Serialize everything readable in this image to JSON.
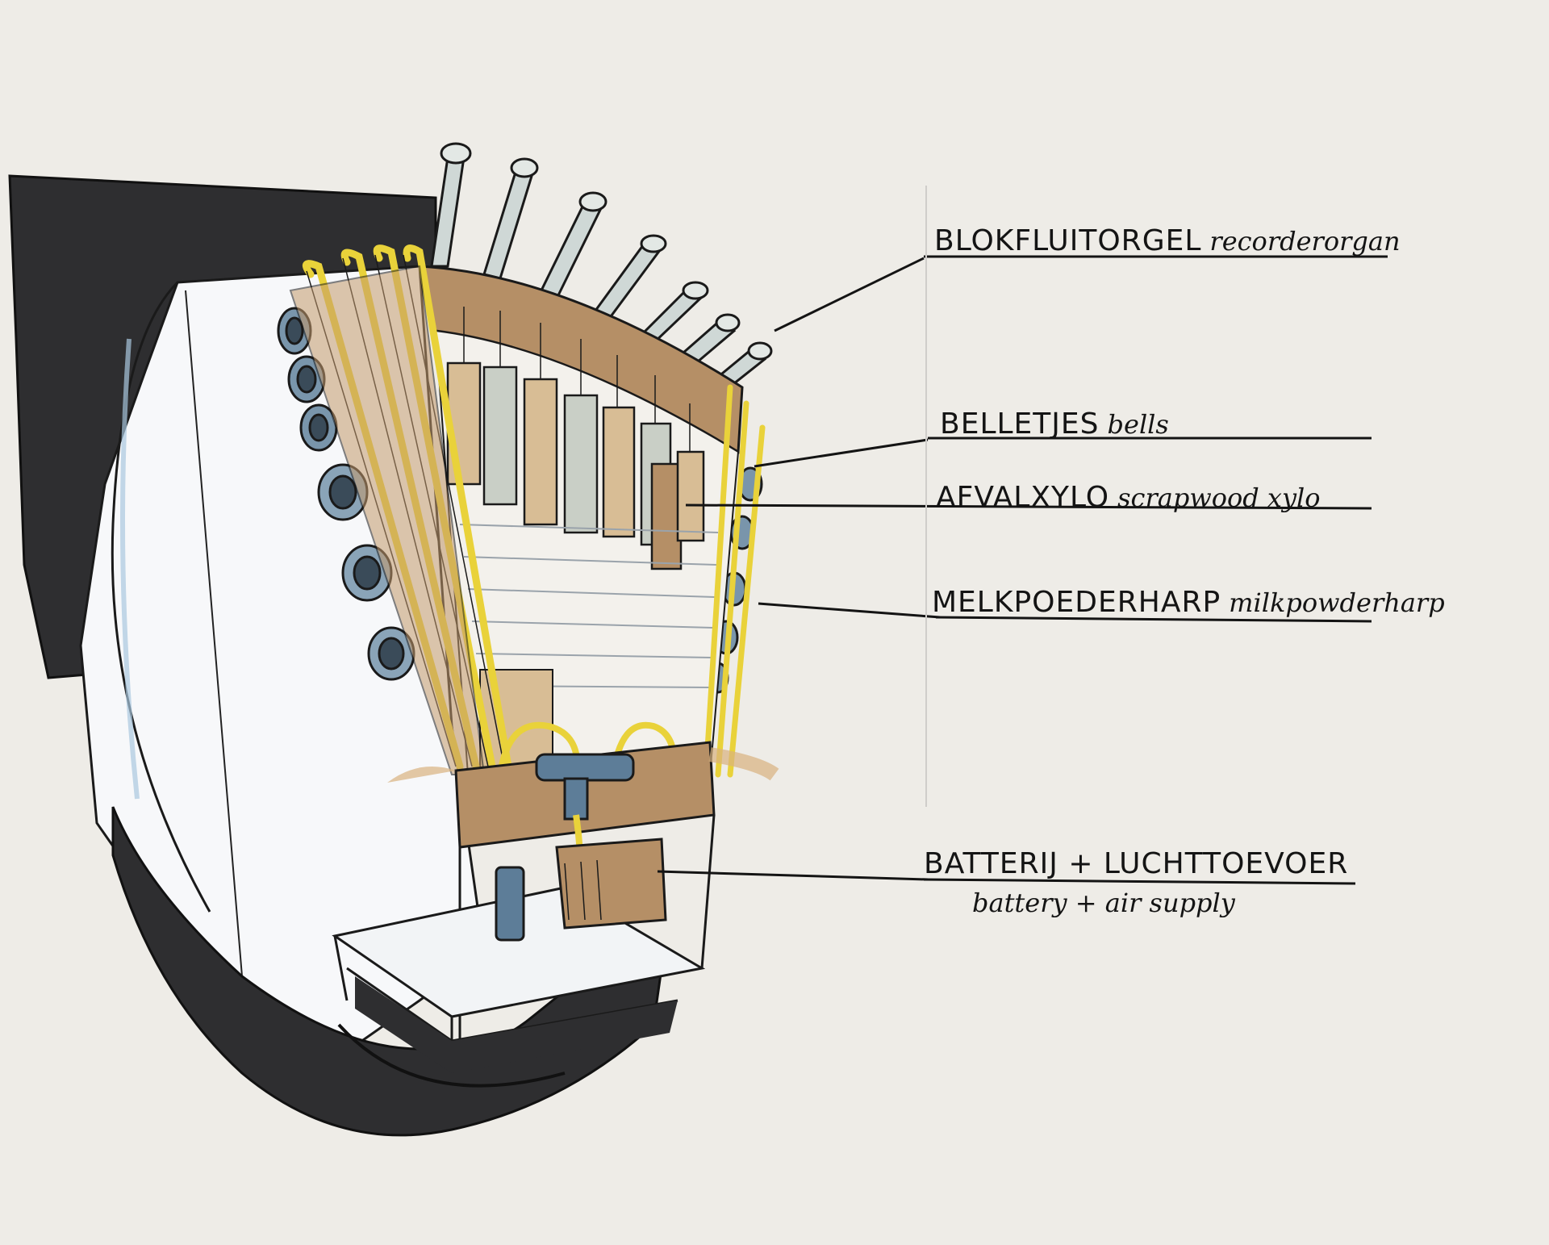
{
  "labels": [
    {
      "id": "recorder-organ",
      "nl": "BLOKFLUITORGEL",
      "en": "recorderorgan"
    },
    {
      "id": "bells",
      "nl": "BELLETJES",
      "en": "bells"
    },
    {
      "id": "scrapwood-xylo",
      "nl": "AFVALXYLO",
      "en": "scrapwood xylo"
    },
    {
      "id": "milkpowder-harp",
      "nl": "MELKPOEDERHARP",
      "en": "milkpowderharp"
    },
    {
      "id": "battery-air",
      "nl": "BATTERIJ + LUCHTTOEVOER",
      "en": "battery + air supply"
    }
  ],
  "colors": {
    "paper": "#eeece7",
    "ink": "#141414",
    "dark_marker": "#2e2e30",
    "wood": "#b58f66",
    "wood_light": "#d8bd95",
    "yellow_tube": "#e9d23a",
    "blue_pipe": "#5d7d98",
    "white_body": "#f7f8fa"
  }
}
